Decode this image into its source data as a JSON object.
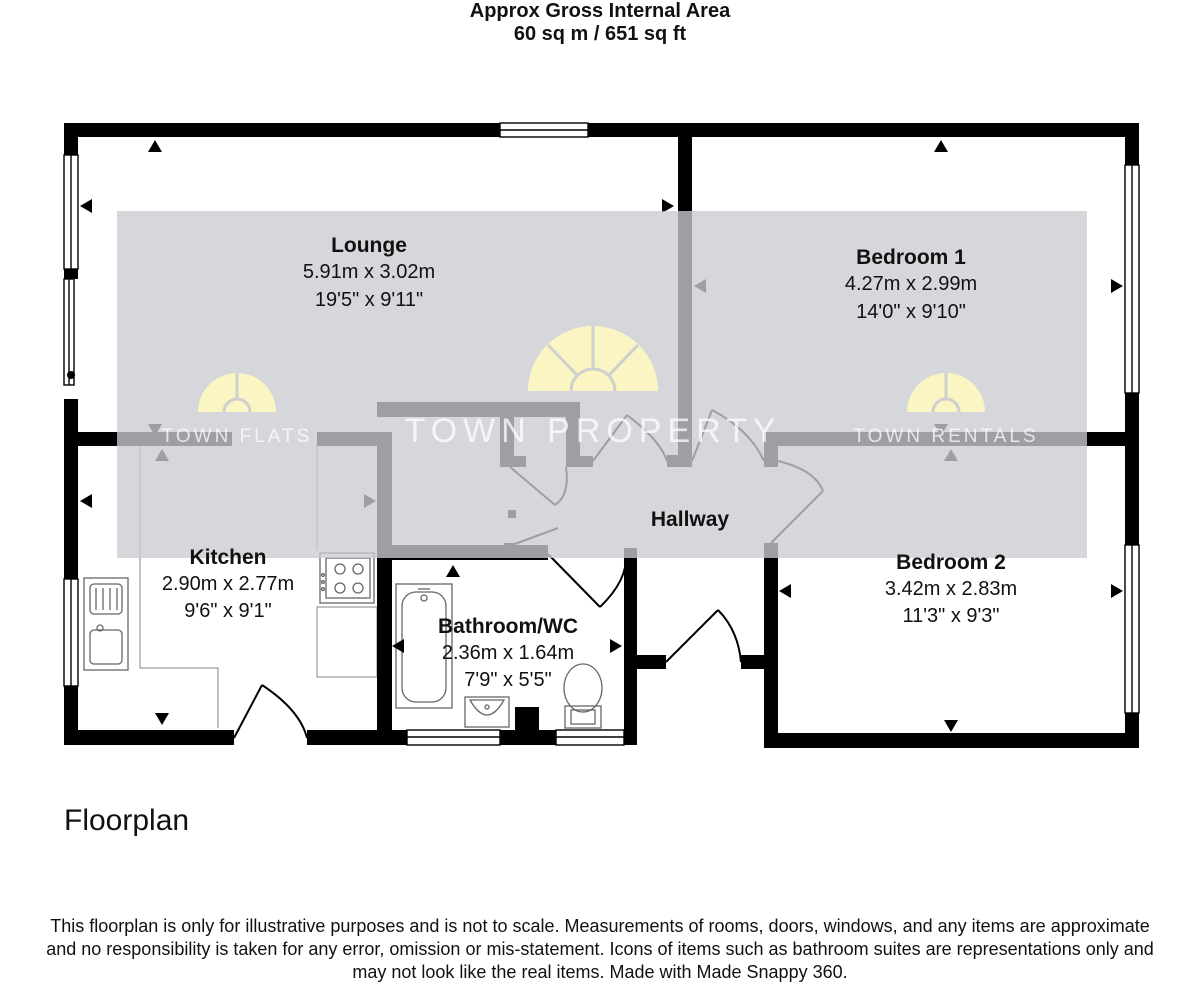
{
  "header": {
    "line1": "Approx Gross Internal Area",
    "line2": "60 sq m / 651 sq ft"
  },
  "rooms": {
    "lounge": {
      "name": "Lounge",
      "metric": "5.91m x 3.02m",
      "imperial": "19'5\" x 9'11\""
    },
    "bedroom1": {
      "name": "Bedroom 1",
      "metric": "4.27m x 2.99m",
      "imperial": "14'0\" x 9'10\""
    },
    "kitchen": {
      "name": "Kitchen",
      "metric": "2.90m x 2.77m",
      "imperial": "9'6\" x 9'1\""
    },
    "bathroom": {
      "name": "Bathroom/WC",
      "metric": "2.36m x 1.64m",
      "imperial": "7'9\" x 5'5\""
    },
    "hallway": {
      "name": "Hallway"
    },
    "bedroom2": {
      "name": "Bedroom 2",
      "metric": "3.42m x 2.83m",
      "imperial": "11'3\" x 9'3\""
    }
  },
  "watermark": {
    "center": "TOWN PROPERTY",
    "left": "TOWN FLATS",
    "right": "TOWN RENTALS",
    "band_color": "#c9ccd1",
    "logo_color": "#fbf5c3"
  },
  "plan_label": "Floorplan",
  "disclaimer": {
    "line1": "This floorplan is only for illustrative purposes and is not to scale. Measurements of rooms, doors, windows, and any items are approximate",
    "line2": "and no responsibility is taken for any error, omission or mis-statement. Icons of items such as bathroom suites are representations only and",
    "line3": "may not look like the real items. Made with Made Snappy 360."
  }
}
